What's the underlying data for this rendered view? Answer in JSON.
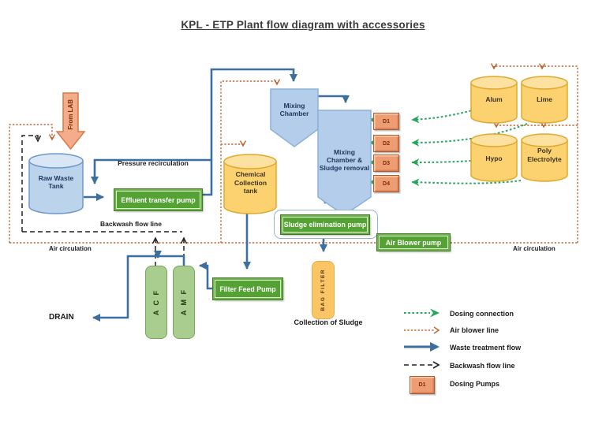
{
  "title": "KPL - ETP Plant flow diagram with accessories",
  "colors": {
    "waste_flow_blue": "#3c6e9e",
    "shape_blue_fill": "#b3cdea",
    "tank_yellow_fill": "#fcd270",
    "pump_green": "#54a233",
    "dosing_green": "#27a65a",
    "air_blower_orange": "#c0622b",
    "backwash_black": "#222222",
    "dosing_pump_orange": "#ee9c72",
    "from_lab_salmon": "#f3ad8a"
  },
  "nodes": {
    "from_lab": "From LAB",
    "raw_waste_tank": "Raw Waste Tank",
    "effluent_transfer_pump": "Effluent transfer pump",
    "mixing_chamber": "Mixing Chamber",
    "mixing_chamber_sludge": "Mixing Chamber & Sludge removal",
    "chemical_collection_tank": "Chemical Collection tank",
    "sludge_elimination_pump": "Sludge elimination pump",
    "air_blower_pump": "Air Blower pump",
    "bag_filter": "BAG FILTER",
    "filter_feed_pump": "Filter Feed Pump",
    "acf": "A C F",
    "amf": "A M F",
    "alum": "Alum",
    "lime": "Lime",
    "hypo": "Hypo",
    "poly_electrolyte": "Poly Electrolyte",
    "dosing_pumps": [
      "D1",
      "D2",
      "D3",
      "D4"
    ]
  },
  "labels": {
    "pressure_recirculation": "Pressure recirculation",
    "backwash_flow_line": "Backwash flow line",
    "air_circulation_left": "Air circulation",
    "air_circulation_right": "Air circulation",
    "collection_of_sludge": "Collection of Sludge",
    "drain": "DRAIN"
  },
  "legend": {
    "items": [
      {
        "label": "Dosing connection"
      },
      {
        "label": "Air blower line"
      },
      {
        "label": "Waste treatment flow"
      },
      {
        "label": "Backwash flow line"
      },
      {
        "label": "Dosing Pumps",
        "symbol": "D1"
      }
    ]
  }
}
